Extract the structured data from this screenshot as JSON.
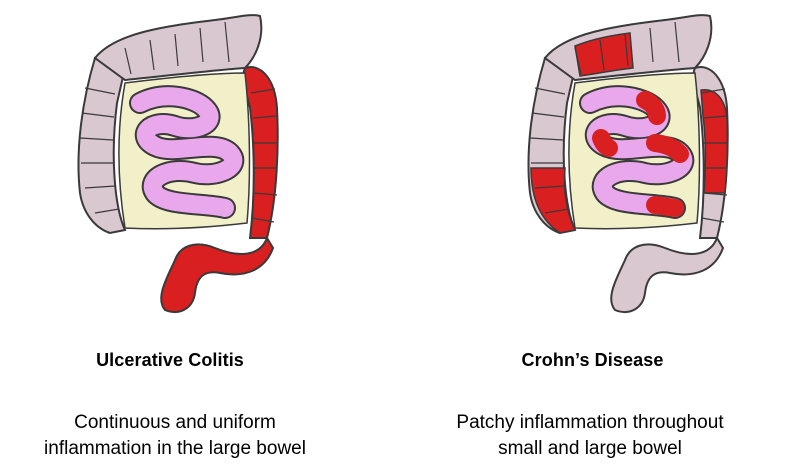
{
  "left": {
    "title": "Ulcerative Colitis",
    "description": [
      "Continuous and uniform",
      "inflammation in the large bowel"
    ]
  },
  "right": {
    "title": "Crohn’s Disease",
    "description": [
      "Patchy inflammation throughout",
      "small and large bowel"
    ]
  },
  "colors": {
    "colon": "#d9c8cf",
    "outline": "#3a3a3a",
    "small_intestine": "#e9a7ec",
    "mesentery": "#f2f0c9",
    "inflamed": "#d91f1f"
  }
}
